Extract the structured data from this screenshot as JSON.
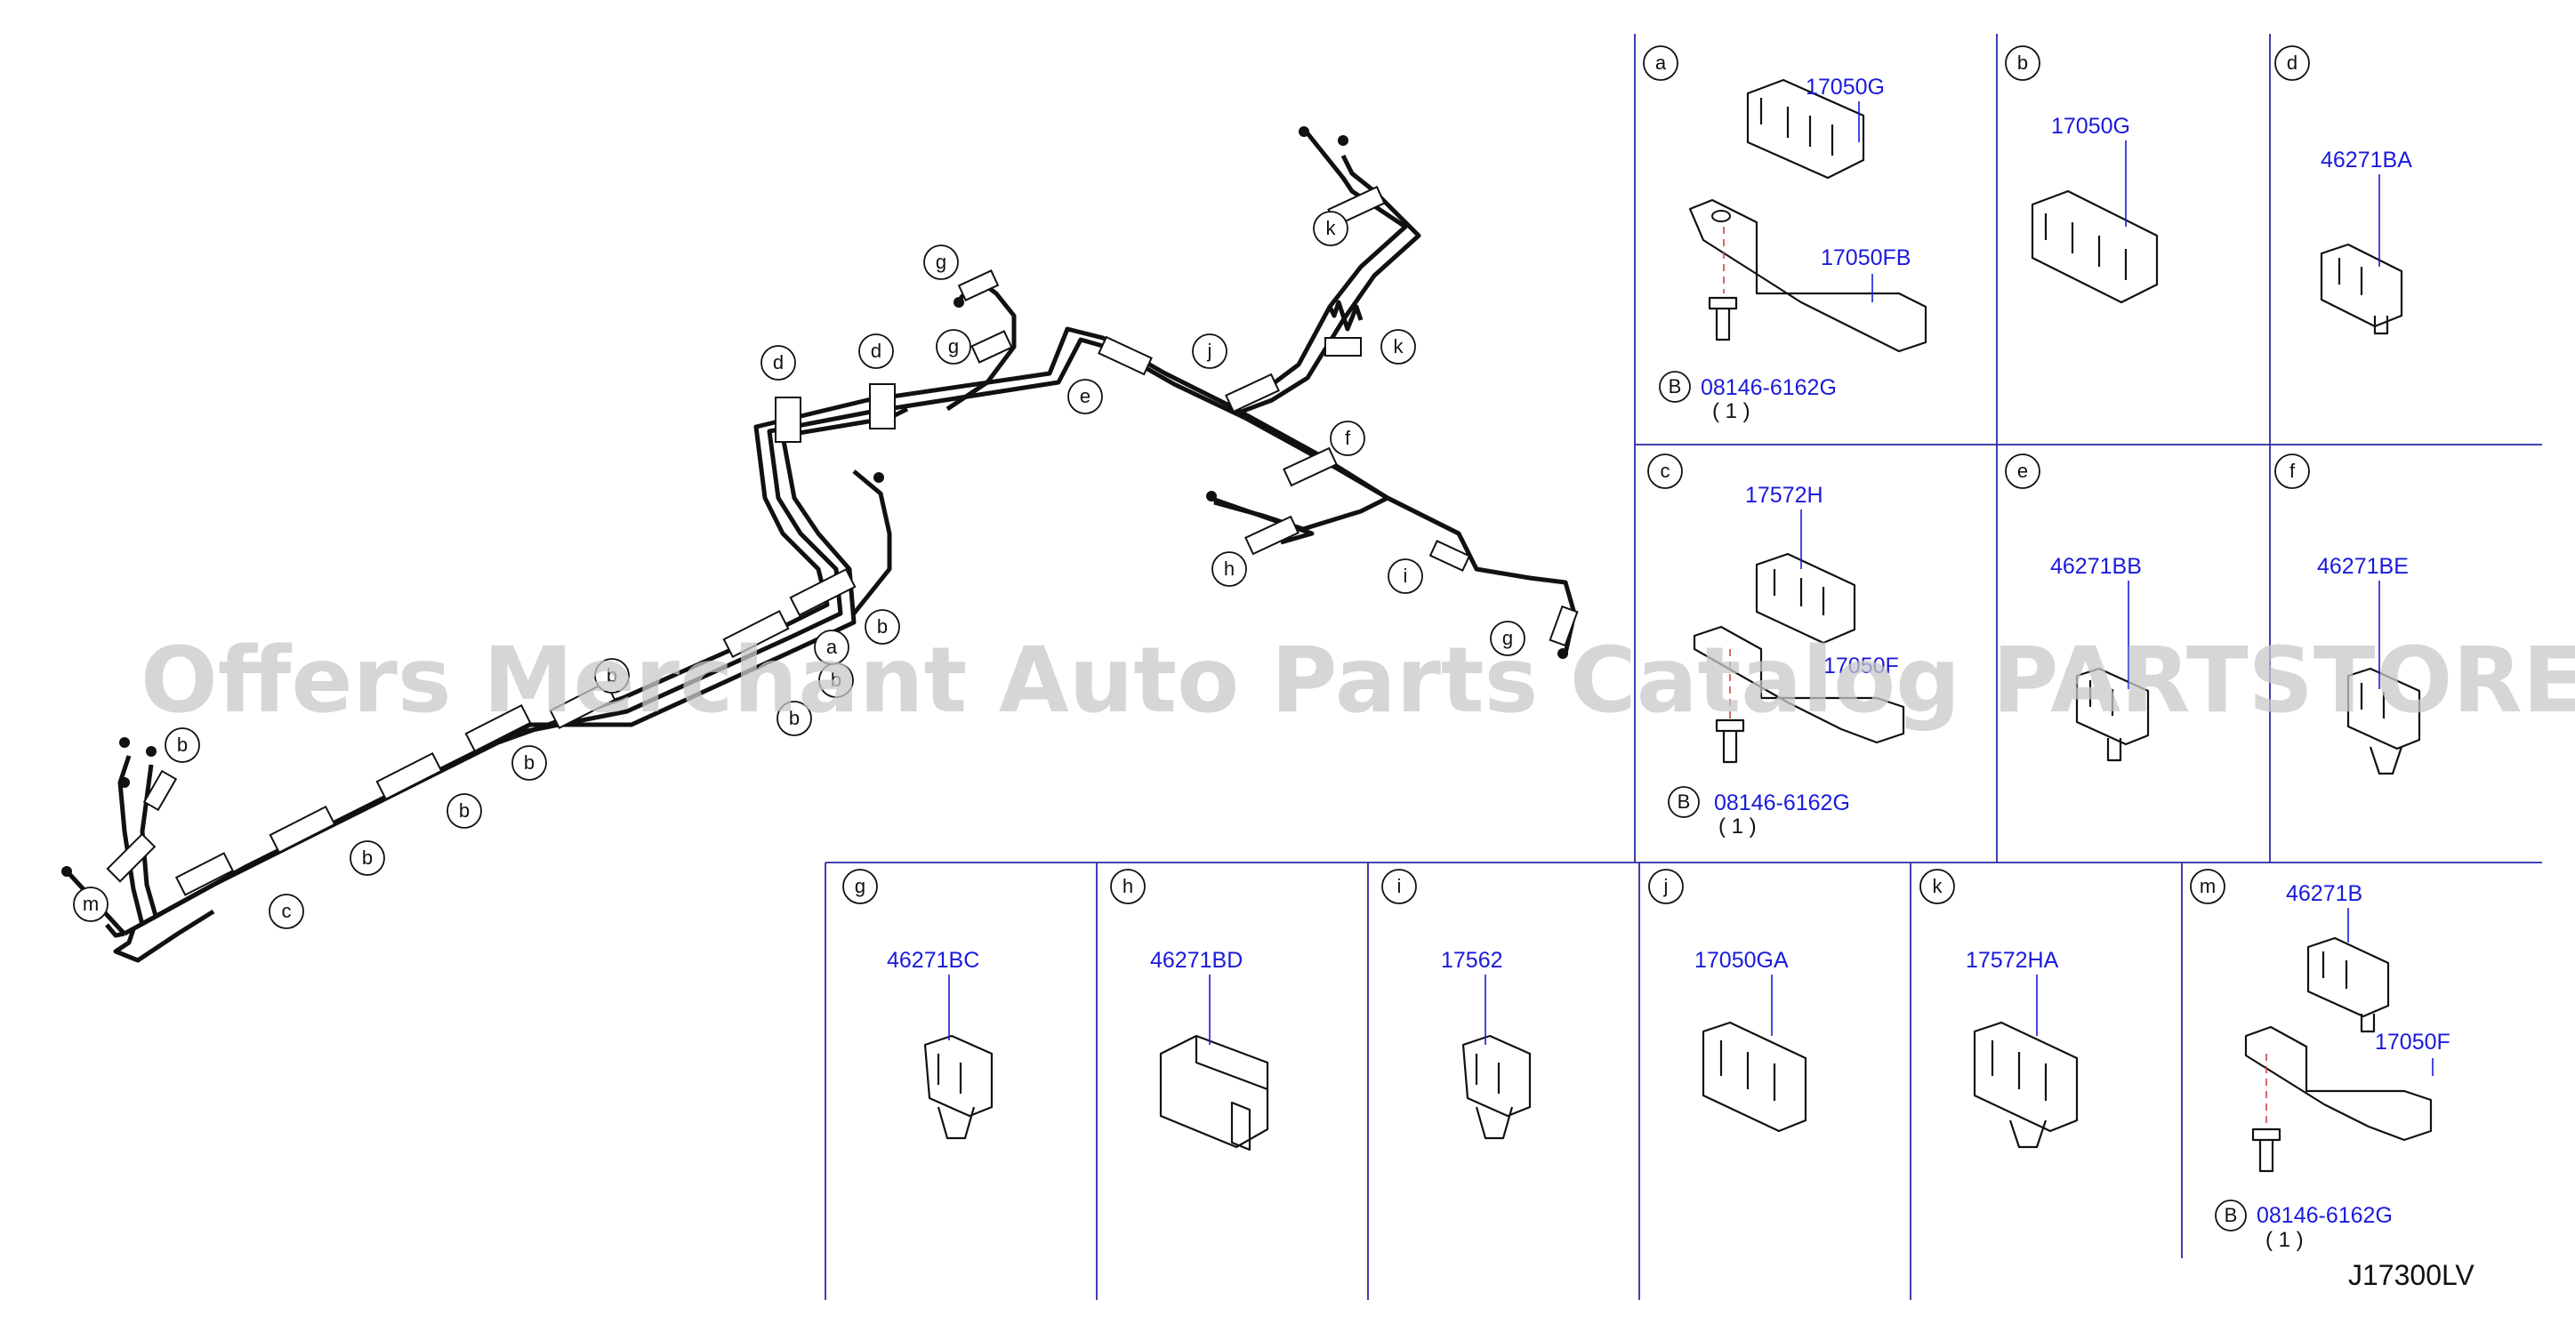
{
  "watermark": "Offers Merchant Auto Parts Catalog PARTSTORE.SA",
  "diagram_code": "J17300LV",
  "quantity_text": "( 1 )",
  "overview_callouts": [
    "k",
    "k",
    "g",
    "g",
    "d",
    "d",
    "j",
    "e",
    "f",
    "h",
    "i",
    "g",
    "b",
    "b",
    "b",
    "b",
    "b",
    "b",
    "b",
    "b",
    "m",
    "c",
    "a"
  ],
  "panels": [
    {
      "letter": "a",
      "parts": [
        "17050G",
        "17050FB",
        "08146-6162G"
      ],
      "bolt_marker": "B"
    },
    {
      "letter": "b",
      "parts": [
        "17050G"
      ]
    },
    {
      "letter": "d",
      "parts": [
        "46271BA"
      ]
    },
    {
      "letter": "c",
      "parts": [
        "17572H",
        "17050F",
        "08146-6162G"
      ],
      "bolt_marker": "B"
    },
    {
      "letter": "e",
      "parts": [
        "46271BB"
      ]
    },
    {
      "letter": "f",
      "parts": [
        "46271BE"
      ]
    },
    {
      "letter": "g",
      "parts": [
        "46271BC"
      ]
    },
    {
      "letter": "h",
      "parts": [
        "46271BD"
      ]
    },
    {
      "letter": "i",
      "parts": [
        "17562"
      ]
    },
    {
      "letter": "j",
      "parts": [
        "17050GA"
      ]
    },
    {
      "letter": "k",
      "parts": [
        "17572HA"
      ]
    },
    {
      "letter": "m",
      "parts": [
        "46271B",
        "17050F",
        "08146-6162G"
      ],
      "bolt_marker": "B"
    }
  ],
  "icons": [
    "brake-tube-assembly",
    "clamp-clip-icon",
    "bracket-icon",
    "bolt-icon"
  ]
}
